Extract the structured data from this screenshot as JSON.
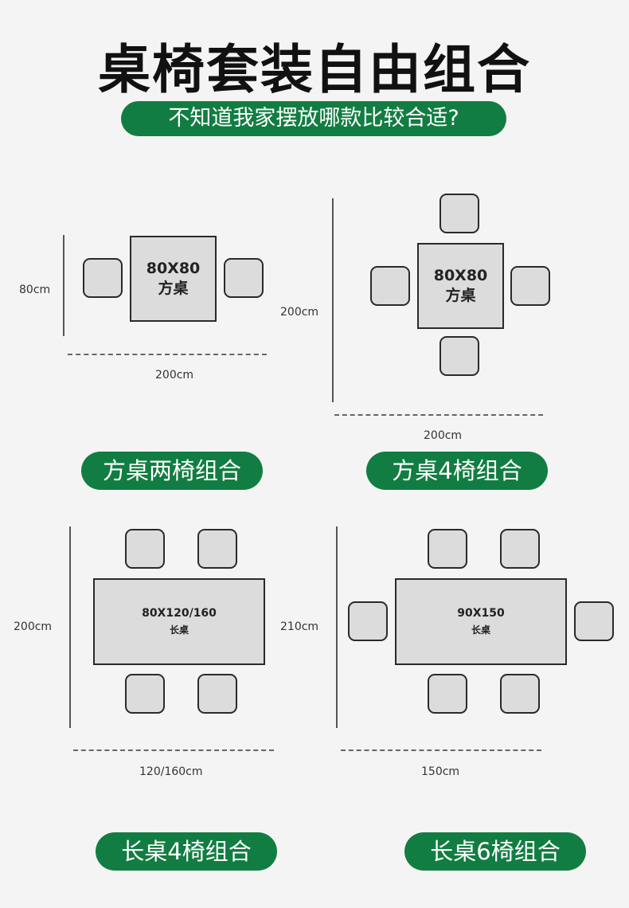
{
  "header": {
    "title": "桌椅套装自由组合",
    "subtitle": "不知道我家摆放哪款比较合适?"
  },
  "brand_color": "#127d42",
  "layouts": [
    {
      "table_size": "80X80",
      "table_name": "方桌",
      "height_dim": "80cm",
      "width_dim": "200cm",
      "label": "方桌两椅组合",
      "chairs": 2
    },
    {
      "table_size": "80X80",
      "table_name": "方桌",
      "height_dim": "200cm",
      "width_dim": "200cm",
      "label": "方桌4椅组合",
      "chairs": 4
    },
    {
      "table_size": "80X120/160",
      "table_name": "长桌",
      "height_dim": "200cm",
      "width_dim": "120/160cm",
      "label": "长桌4椅组合",
      "chairs": 4
    },
    {
      "table_size": "90X150",
      "table_name": "长桌",
      "height_dim": "210cm",
      "width_dim": "150cm",
      "label": "长桌6椅组合",
      "chairs": 6
    }
  ]
}
